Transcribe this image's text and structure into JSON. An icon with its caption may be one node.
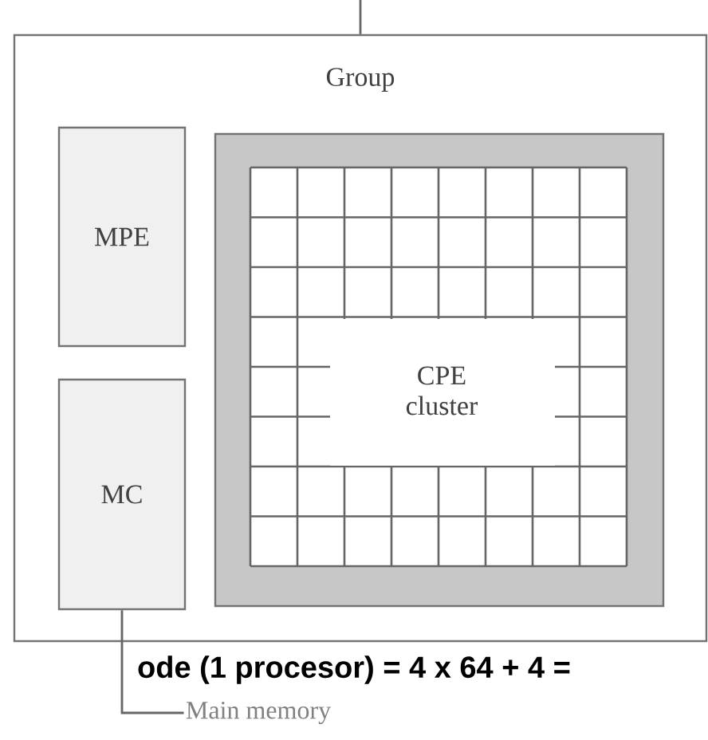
{
  "diagram": {
    "nodes": [
      {
        "text": [
          "Group"
        ]
      },
      {
        "text": [
          "MPE"
        ],
        "in": 0
      },
      {
        "text": [
          "MC"
        ],
        "in": 0
      },
      {
        "text": [
          "CPE cluster"
        ],
        "in": 0
      },
      {
        "text": [
          "Main memory"
        ]
      }
    ],
    "edges": [
      {
        "from": 0,
        "to": null,
        "arrow": "none"
      },
      {
        "from": 2,
        "to": 4,
        "arrow": "none"
      }
    ],
    "labels": [
      "ode (1 procesor) = 4 x 64 + 4 ="
    ]
  }
}
